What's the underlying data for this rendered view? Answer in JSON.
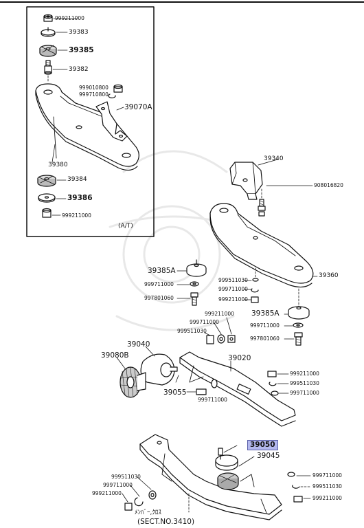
{
  "parts": {
    "p999211000_top": "999211000",
    "p39383": "39383",
    "p39385": "39385",
    "p39382": "39382",
    "p999010800": "999010800",
    "p999710800": "999710800",
    "p39070A": "39070A",
    "p39380": "39380",
    "p39384": "39384",
    "p39386": "39386",
    "p999211000_box": "999211000",
    "p39340": "39340",
    "p908016820": "908016820",
    "p39385A_left": "39385A",
    "p999711000_left": "999711000",
    "p997801060_left": "997801060",
    "p999511030_mid": "999511030",
    "p999711000_mid": "999711000",
    "p999211000_mid": "999211000",
    "p39360": "39360",
    "p39385A_right": "39385A",
    "p999711000_right": "999711000",
    "p997801060_right": "997801060",
    "p999211000_c": "999211000",
    "p999711000_c": "999711000",
    "p999511030_c": "999511030",
    "p39040": "39040",
    "p39080B": "39080B",
    "p39020": "39020",
    "p999211000_r": "999211000",
    "p999511030_r": "999511030",
    "p999711000_r": "999711000",
    "p39055": "39055",
    "p999711000_b": "999711000",
    "p39050": "39050",
    "p39045": "39045",
    "p999511030_l": "999511030",
    "p999711000_l": "999711000",
    "p999211000_l": "999211000",
    "p999711000_br": "999711000",
    "p999511030_br": "999511030",
    "p999211000_br": "999211000"
  },
  "inset_label": "(A/T)",
  "member_label": "ﾒﾝﾊﾞｰ,ｸﾛｽ",
  "section_label": "(SECT.NO.3410)",
  "highlight_color": "#b3b8ee"
}
